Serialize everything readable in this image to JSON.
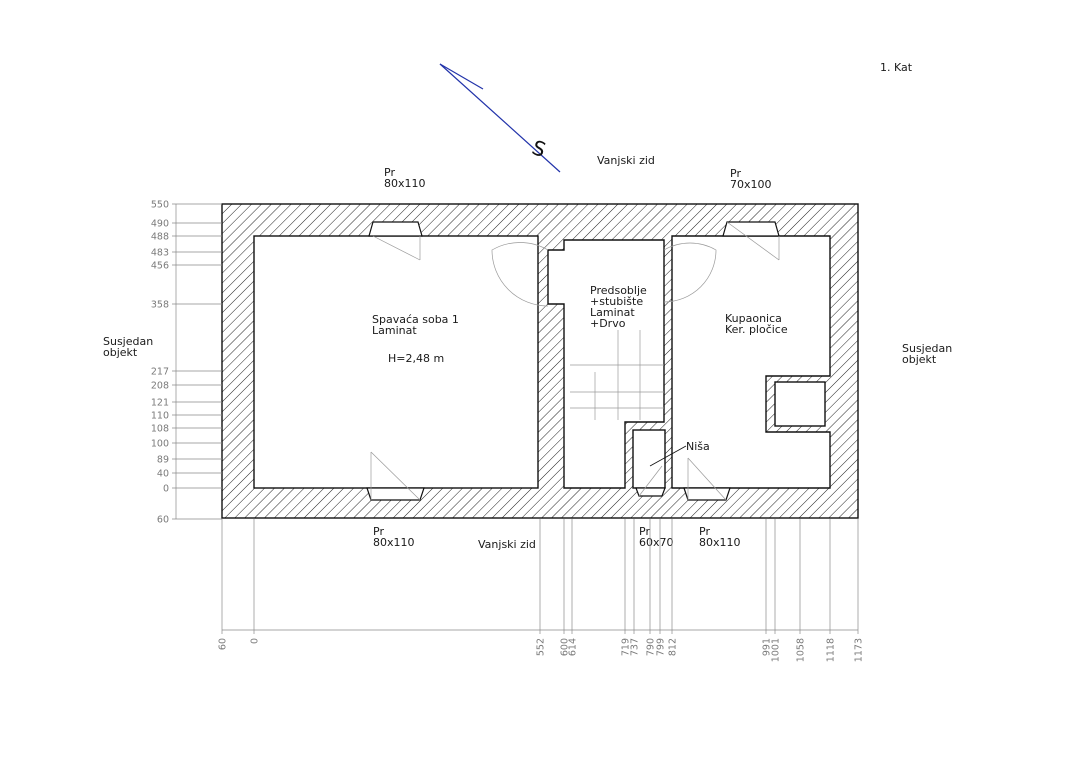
{
  "floor_label": "1. Kat",
  "north_symbol": "S",
  "outer_wall_top_label": "Vanjski zid",
  "outer_wall_bottom_label": "Vanjski zid",
  "neighbour_left": [
    "Susjedan",
    "objekt"
  ],
  "neighbour_right": [
    "Susjedan",
    "objekt"
  ],
  "rooms": {
    "bedroom": {
      "lines": [
        "Spavaća soba 1",
        "Laminat"
      ],
      "height_note": "H=2,48 m"
    },
    "hall": {
      "lines": [
        "Predsoblje",
        "+stubište",
        "Laminat",
        "+Drvo"
      ]
    },
    "bathroom": {
      "lines": [
        "Kupaonica",
        "Ker. pločice"
      ]
    },
    "niche": {
      "label": "Niša"
    }
  },
  "windows": {
    "top_left": {
      "type": "Pr",
      "size": "80x110"
    },
    "top_right": {
      "type": "Pr",
      "size": "70x100"
    },
    "bottom_left": {
      "type": "Pr",
      "size": "80x110"
    },
    "bottom_mid": {
      "type": "Pr",
      "size": "60x70"
    },
    "bottom_right": {
      "type": "Pr",
      "size": "80x110"
    }
  },
  "vertical_dims": [
    "550",
    "490",
    "488",
    "483",
    "456",
    "358",
    "217",
    "208",
    "121",
    "110",
    "108",
    "100",
    "89",
    "40",
    "0",
    "60"
  ],
  "horizontal_dims": [
    "60",
    "0",
    "552",
    "600",
    "614",
    "719",
    "737",
    "790",
    "799",
    "812",
    "991",
    "1001",
    "1058",
    "1118",
    "1173"
  ]
}
